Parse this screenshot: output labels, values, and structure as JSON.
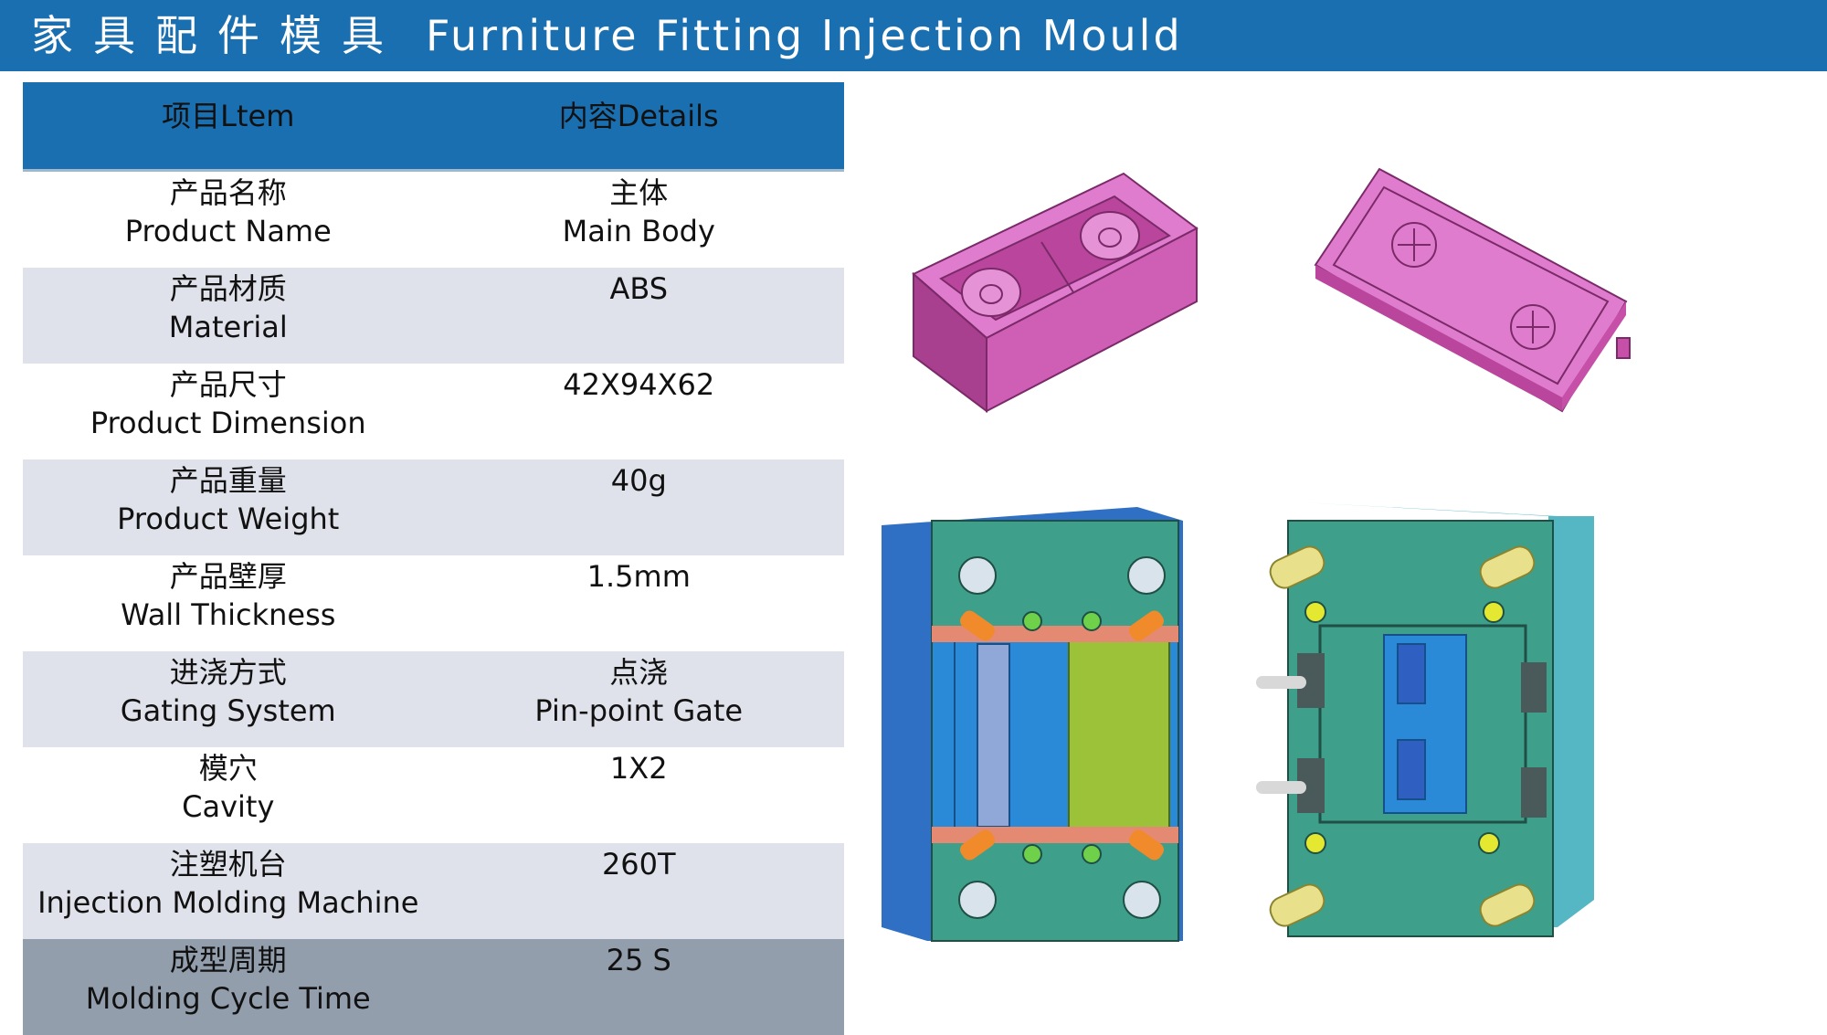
{
  "header": {
    "title_cn": "家具配件模具",
    "title_en": "Furniture Fitting Injection Mould"
  },
  "table": {
    "col_item": "项目Ltem",
    "col_details": "内容Details",
    "rows": [
      {
        "item_cn": "产品名称",
        "item_en": "Product Name",
        "value_cn": "主体",
        "value_en": "Main Body"
      },
      {
        "item_cn": "产品材质",
        "item_en": "Material",
        "value_cn": "ABS",
        "value_en": ""
      },
      {
        "item_cn": "产品尺寸",
        "item_en": "Product Dimension",
        "value_cn": "42X94X62",
        "value_en": ""
      },
      {
        "item_cn": "产品重量",
        "item_en": "Product Weight",
        "value_cn": "40g",
        "value_en": ""
      },
      {
        "item_cn": "产品壁厚",
        "item_en": "Wall Thickness",
        "value_cn": "1.5mm",
        "value_en": ""
      },
      {
        "item_cn": "进浇方式",
        "item_en": "Gating System",
        "value_cn": "点浇",
        "value_en": "Pin-point Gate"
      },
      {
        "item_cn": "模穴",
        "item_en": "Cavity",
        "value_cn": "1X2",
        "value_en": ""
      },
      {
        "item_cn": "注塑机台",
        "item_en": "Injection Molding Machine",
        "value_cn": "260T",
        "value_en": ""
      },
      {
        "item_cn": "成型周期",
        "item_en": "Molding Cycle Time",
        "value_cn": "25 S",
        "value_en": ""
      }
    ]
  },
  "colors": {
    "banner": "#1a6fb0",
    "product": "#d96bc0",
    "mould_plate": "#3e9f8a",
    "mould_blue": "#2a8ad8",
    "mould_green": "#9cc23a"
  }
}
